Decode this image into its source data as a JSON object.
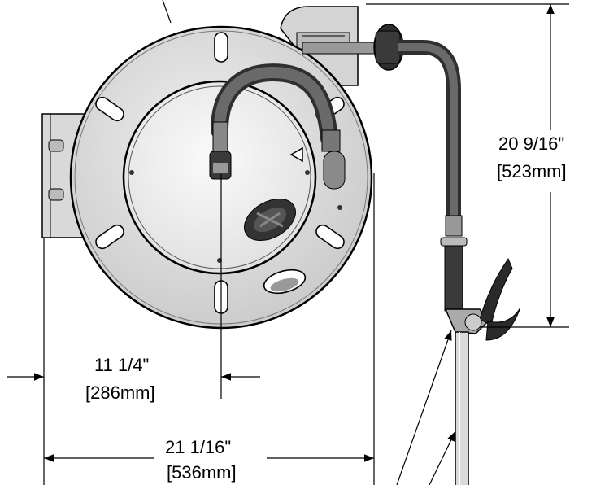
{
  "dimensions": {
    "height": {
      "imperial": "20 9/16\"",
      "metric": "[523mm]"
    },
    "offset": {
      "imperial": "11 1/4\"",
      "metric": "[286mm]"
    },
    "width": {
      "imperial": "21 1/16\"",
      "metric": "[536mm]"
    }
  },
  "colors": {
    "line": "#000000",
    "reel_face": "#dcdcdc",
    "hose": "#4a4a4a"
  }
}
